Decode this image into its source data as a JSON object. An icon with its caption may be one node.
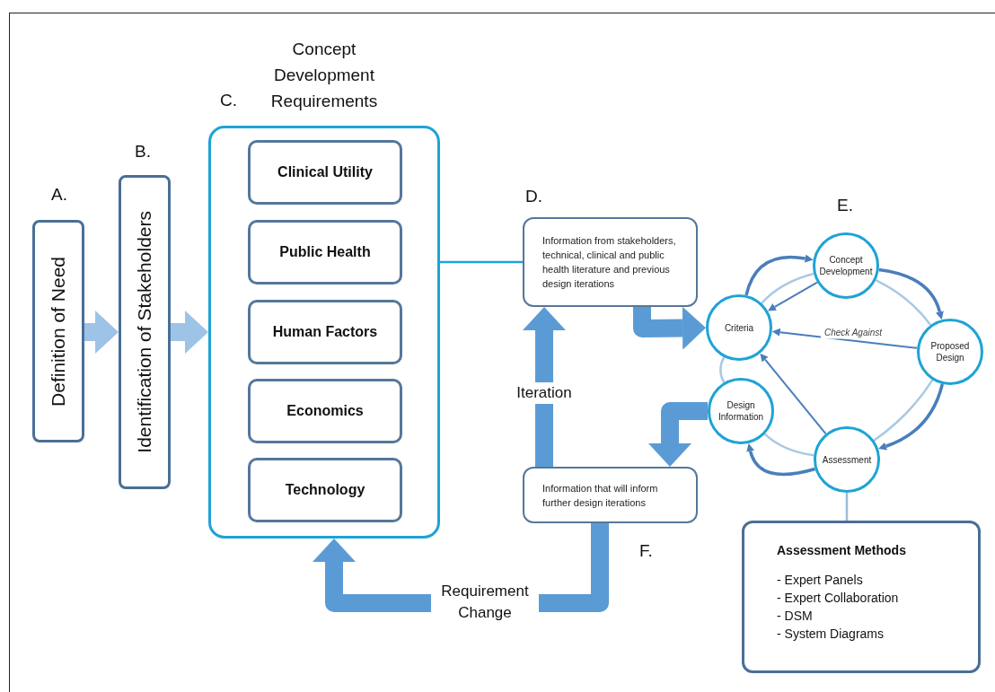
{
  "diagram": {
    "nodes": [
      {
        "text": [
          "Definition of Need"
        ],
        "beside": [
          "A."
        ]
      },
      {
        "text": [
          "Identification of Stakeholders"
        ],
        "beside": [
          "B."
        ]
      },
      {
        "text": [
          "Concept Development Requirements"
        ],
        "beside": [
          "C."
        ]
      },
      {
        "text": [
          "Clinical Utility"
        ],
        "in": 2
      },
      {
        "text": [
          "Public Health"
        ],
        "in": 2
      },
      {
        "text": [
          "Human Factors"
        ],
        "in": 2
      },
      {
        "text": [
          "Economics"
        ],
        "in": 2
      },
      {
        "text": [
          "Technology"
        ],
        "in": 2
      },
      {
        "text": [
          "Information from stakeholders, technical, clinical and public health literature and previous design iterations"
        ],
        "beside": [
          "D."
        ]
      },
      {
        "text": [
          "Criteria"
        ]
      },
      {
        "text": [
          "Concept Development"
        ]
      },
      {
        "text": [
          "Proposed Design"
        ]
      },
      {
        "text": [
          "Assessment"
        ]
      },
      {
        "text": [
          "Design Information"
        ]
      },
      {
        "text": [
          "Information that will inform further design iterations"
        ]
      },
      {
        "text": [
          "Assessment Methods",
          "- Expert Panels",
          "- Expert Collaboration",
          "- DSM",
          "- System Diagrams"
        ]
      }
    ],
    "edges": [
      {
        "from": 0,
        "to": 1,
        "arrow": "to",
        "style": "thick",
        "color": "#9dc3e6"
      },
      {
        "from": 1,
        "to": 2,
        "arrow": "to",
        "style": "thick",
        "color": "#9dc3e6"
      },
      {
        "from": 2,
        "to": 8,
        "arrow": "none",
        "color": "#1ea3d6"
      },
      {
        "from": 8,
        "to": 9,
        "arrow": "to",
        "style": "thick"
      },
      {
        "from": 14,
        "to": 8,
        "arrow": "to",
        "style": "thick",
        "label": "Iteration"
      },
      {
        "from": 13,
        "to": 14,
        "arrow": "to",
        "style": "thick"
      },
      {
        "from": 14,
        "to": 2,
        "arrow": "to",
        "style": "thick",
        "label": "Requirement Change"
      },
      {
        "from": 9,
        "to": 10,
        "arrow": "none",
        "color": "#a9c9e4"
      },
      {
        "from": 10,
        "to": 11,
        "arrow": "none",
        "color": "#a9c9e4"
      },
      {
        "from": 11,
        "to": 12,
        "arrow": "none",
        "color": "#a9c9e4"
      },
      {
        "from": 12,
        "to": 13,
        "arrow": "none",
        "color": "#a9c9e4"
      },
      {
        "from": 13,
        "to": 9,
        "arrow": "none",
        "color": "#a9c9e4"
      },
      {
        "from": 9,
        "to": 10,
        "arrow": "to"
      },
      {
        "from": 10,
        "to": 11,
        "arrow": "to"
      },
      {
        "from": 11,
        "to": 12,
        "arrow": "to"
      },
      {
        "from": 12,
        "to": 13,
        "arrow": "to"
      },
      {
        "from": 10,
        "to": 9,
        "arrow": "to"
      },
      {
        "from": 11,
        "to": 9,
        "arrow": "to",
        "label": "Check Against"
      },
      {
        "from": 12,
        "to": 9,
        "arrow": "to"
      },
      {
        "from": 12,
        "to": 15,
        "arrow": "none",
        "color": "#9dbbd6"
      }
    ],
    "labels": [
      "E.",
      "F."
    ]
  }
}
